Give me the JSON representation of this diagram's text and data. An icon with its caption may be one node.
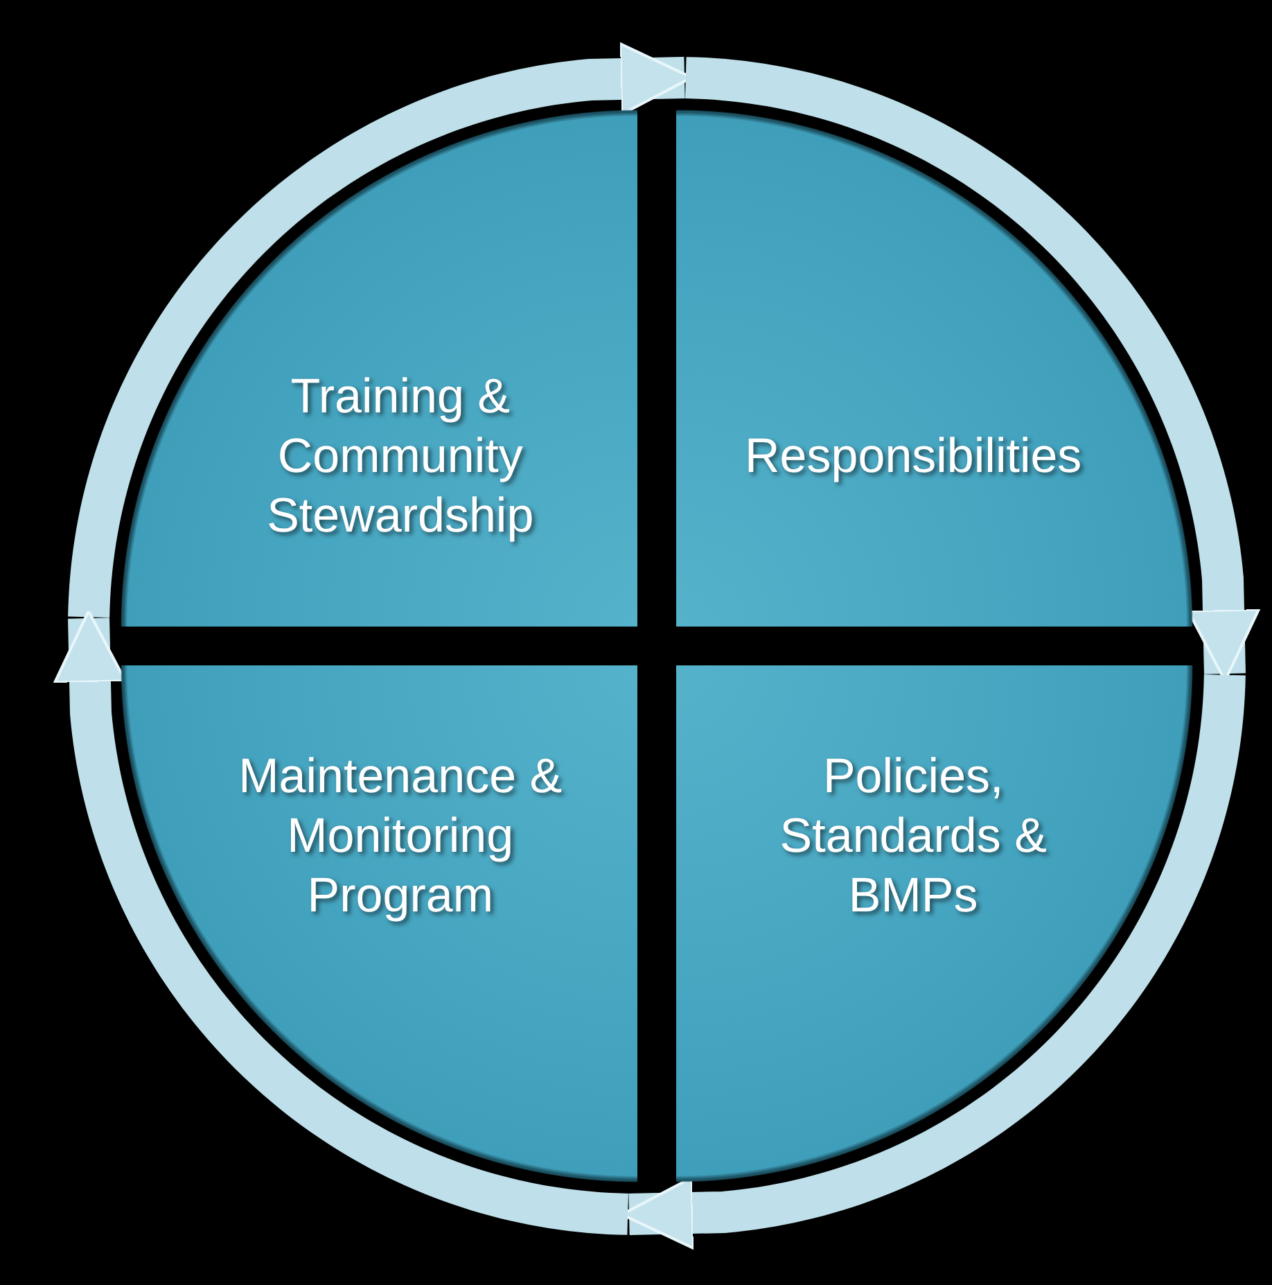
{
  "diagram": {
    "nodes": [
      {
        "text": [
          "Training & Community Stewardship"
        ]
      },
      {
        "text": [
          "Responsibilities"
        ]
      },
      {
        "text": [
          "Maintenance & Monitoring Program"
        ]
      },
      {
        "text": [
          "Policies, Standards & BMPs"
        ]
      }
    ],
    "edges": [
      {
        "from": 0,
        "to": 1,
        "arrow": "to"
      },
      {
        "from": 1,
        "to": 3,
        "arrow": "to"
      },
      {
        "from": 3,
        "to": 2,
        "arrow": "to"
      },
      {
        "from": 2,
        "to": 0,
        "arrow": "to"
      }
    ]
  }
}
